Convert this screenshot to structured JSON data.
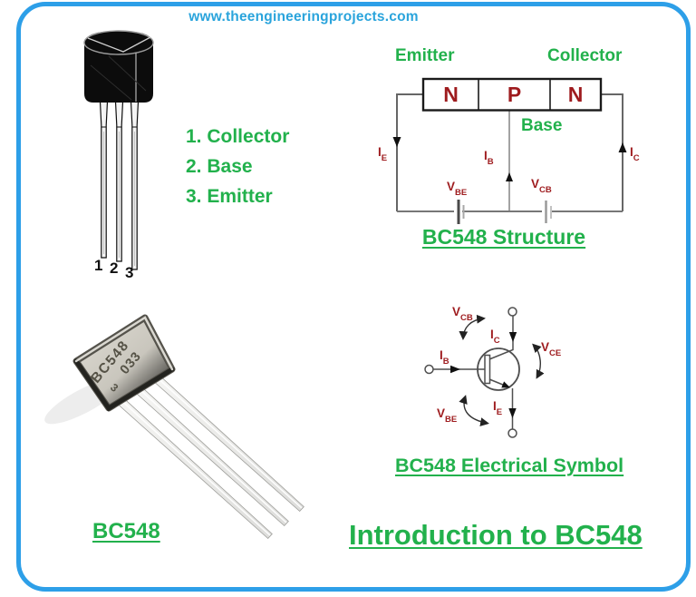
{
  "header": {
    "url": "www.theengineeringprojects.com"
  },
  "colors": {
    "frame_blue": "#2d9fe8",
    "link_blue": "#2aa4dc",
    "green": "#22b14c",
    "dark_red": "#9e1b1e"
  },
  "package_drawing": {
    "pin_numbers": [
      "1",
      "2",
      "3"
    ]
  },
  "pin_list": {
    "items": [
      "1. Collector",
      "2. Base",
      "3. Emitter"
    ]
  },
  "structure": {
    "emitter_label": "Emitter",
    "collector_label": "Collector",
    "base_label": "Base",
    "regions": [
      "N",
      "P",
      "N"
    ],
    "currents": {
      "ie": {
        "main": "I",
        "sub": "E"
      },
      "ib": {
        "main": "I",
        "sub": "B"
      },
      "ic": {
        "main": "I",
        "sub": "C"
      }
    },
    "voltages": {
      "vbe": {
        "main": "V",
        "sub": "BE"
      },
      "vcb": {
        "main": "V",
        "sub": "CB"
      }
    },
    "heading": "BC548 Structure"
  },
  "photo": {
    "marking_line1": "BC548",
    "marking_line2": "033",
    "marking_side": "3",
    "caption": "BC548"
  },
  "symbol": {
    "labels": {
      "vcb": {
        "main": "V",
        "sub": "CB"
      },
      "ic": {
        "main": "I",
        "sub": "C"
      },
      "vce": {
        "main": "V",
        "sub": "CE"
      },
      "ib": {
        "main": "I",
        "sub": "B"
      },
      "vbe": {
        "main": "V",
        "sub": "BE"
      },
      "ie": {
        "main": "I",
        "sub": "E"
      }
    },
    "heading": "BC548 Electrical Symbol"
  },
  "title": "Introduction to BC548"
}
